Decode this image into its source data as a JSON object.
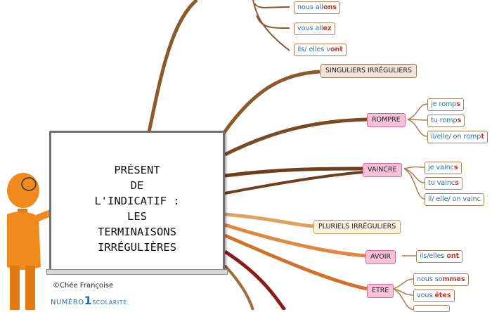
{
  "title": "PRÉSENT\nDE\nL'INDICATIF :\nLES\nTERMINAISONS\nIRRÉGULIÈRES",
  "credit": "©Chée Françoise",
  "logo": {
    "part1": "NUMÉRO",
    "one": "1",
    "part2": "SCOLARITÉ"
  },
  "branches": {
    "aller_forms": [
      {
        "pronoun": "nous ",
        "stem": "all",
        "ending": "ons"
      },
      {
        "pronoun": "vous ",
        "stem": "all",
        "ending": "ez"
      },
      {
        "pronoun": "ils/ elles ",
        "stem": "v",
        "ending": "ont"
      }
    ],
    "singuliers": "SINGULIERS IRRÉGULIERS",
    "rompre": {
      "label": "ROMPRE",
      "forms": [
        {
          "pronoun": "je ",
          "stem": "romp",
          "ending": "s"
        },
        {
          "pronoun": "tu ",
          "stem": "romp",
          "ending": "s"
        },
        {
          "pronoun": "il/elle/ on ",
          "stem": "romp",
          "ending": "t"
        }
      ]
    },
    "vaincre": {
      "label": "VAINCRE",
      "forms": [
        {
          "pronoun": "je ",
          "stem": "vainc",
          "ending": "s"
        },
        {
          "pronoun": "tu ",
          "stem": "vainc",
          "ending": "s"
        },
        {
          "pronoun": "il/ elle/ on ",
          "stem": "vainc",
          "ending": ""
        }
      ]
    },
    "pluriels": "PLURIELS IRRÉGULIERS",
    "avoir": {
      "label": "AVOIR",
      "forms": [
        {
          "pronoun": "ils/elles ",
          "stem": "",
          "ending": "ont"
        }
      ]
    },
    "etre": {
      "label": "ETRE",
      "forms": [
        {
          "pronoun": "nous ",
          "stem": "so",
          "ending": "mmes"
        },
        {
          "pronoun": "vous ",
          "stem": "ê",
          "ending": "tes"
        }
      ]
    }
  }
}
